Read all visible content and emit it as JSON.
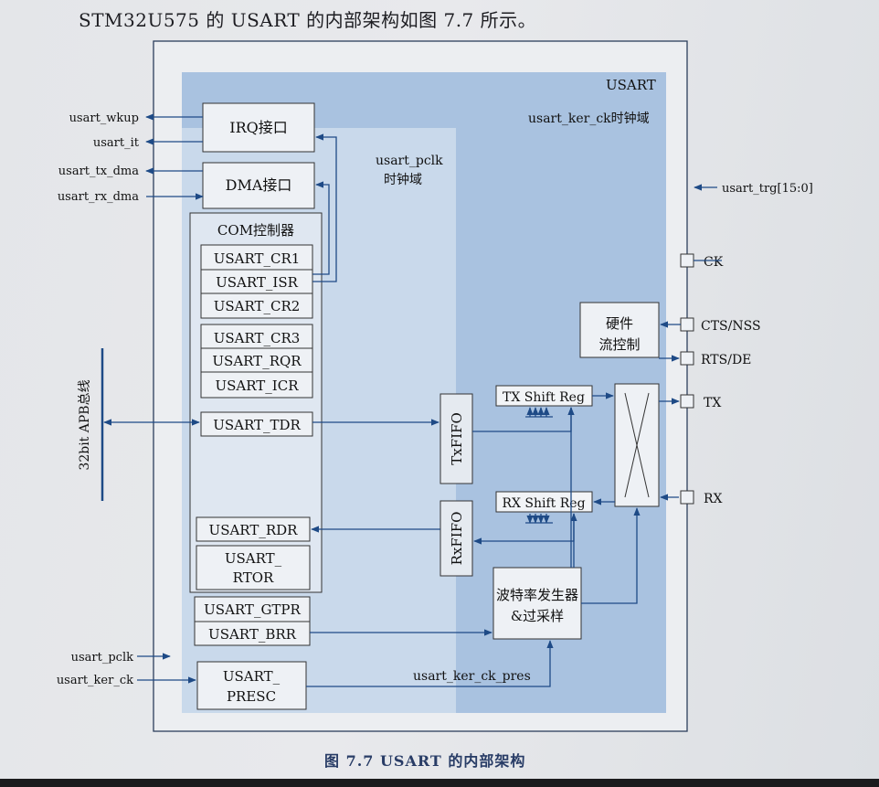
{
  "page": {
    "heading": "STM32U575 的 USART 的内部架构如图 7.7 所示。",
    "caption": "图 7.7   USART 的内部架构"
  },
  "colors": {
    "ker_domain": "#a9c2e0",
    "pclk_domain": "#c9d9eb",
    "box": "#eef1f5",
    "line": "#1e4a86",
    "text": "#111111",
    "frame": "#2c3e5c"
  },
  "diagram": {
    "usart_label": "USART",
    "ker_ck_domain": "usart_ker_ck时钟域",
    "pclk_domain_line1": "usart_pclk",
    "pclk_domain_line2": "时钟域",
    "irq_block": "IRQ接口",
    "dma_block": "DMA接口",
    "com_title": "COM控制器",
    "registers": {
      "cr1": "USART_CR1",
      "isr": "USART_ISR",
      "cr2": "USART_CR2",
      "cr3": "USART_CR3",
      "rqr": "USART_RQR",
      "icr": "USART_ICR",
      "tdr": "USART_TDR",
      "rdr": "USART_RDR",
      "rtor_line1": "USART_",
      "rtor_line2": "RTOR",
      "gtpr": "USART_GTPR",
      "brr": "USART_BRR",
      "presc_line1": "USART_",
      "presc_line2": "PRESC"
    },
    "txfifo": "TxFIFO",
    "rxfifo": "RxFIFO",
    "tx_shift": "TX Shift Reg",
    "rx_shift": "RX Shift Reg",
    "hw_flow_line1": "硬件",
    "hw_flow_line2": "流控制",
    "baud_line1": "波特率发生器",
    "baud_line2": "&过采样",
    "ker_ck_pres": "usart_ker_ck_pres",
    "apb_bus": "32bit APB总线",
    "external_signals": {
      "wkup": "usart_wkup",
      "it": "usart_it",
      "tx_dma": "usart_tx_dma",
      "rx_dma": "usart_rx_dma",
      "pclk": "usart_pclk",
      "ker_ck": "usart_ker_ck",
      "trg": "usart_trg[15:0]"
    },
    "pins": {
      "ck": "CK",
      "cts": "CTS/NSS",
      "rts": "RTS/DE",
      "tx": "TX",
      "rx": "RX"
    }
  }
}
